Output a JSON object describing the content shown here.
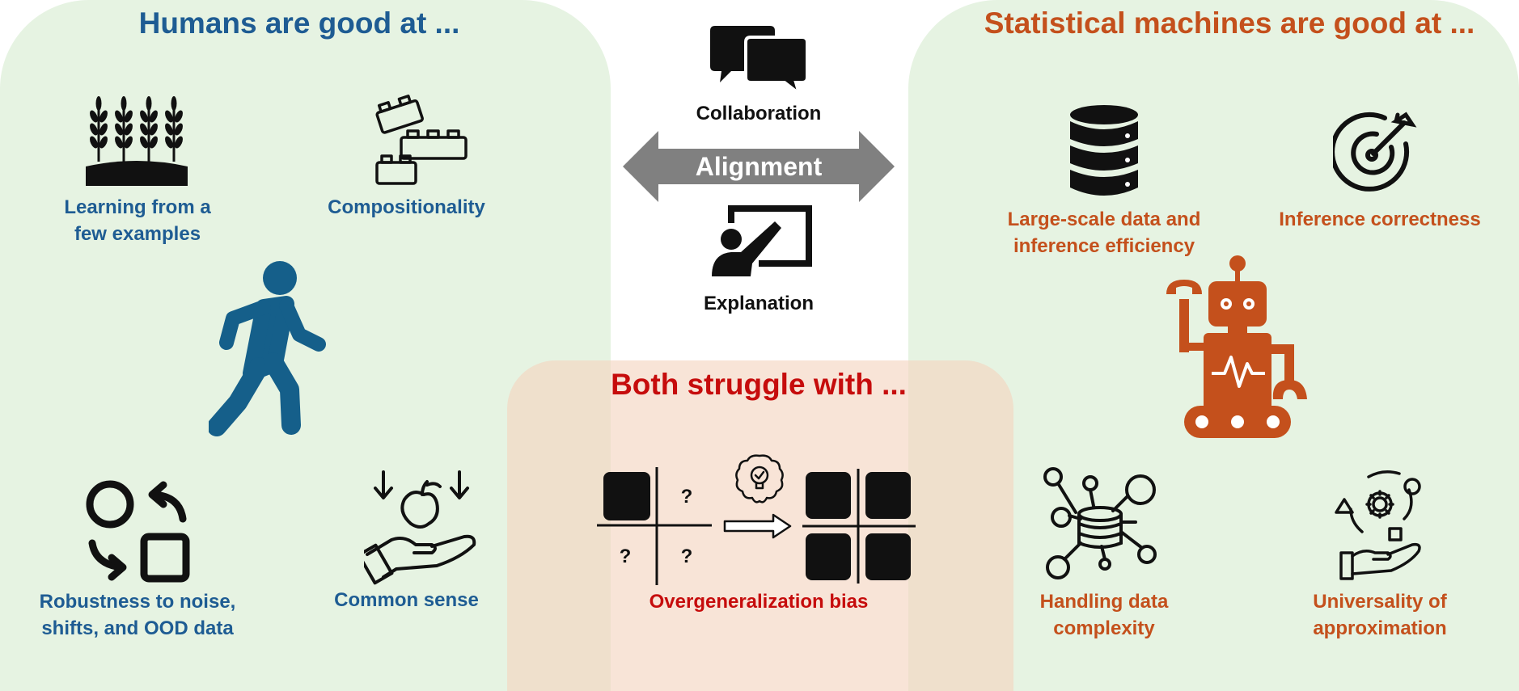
{
  "colors": {
    "panel_green": "#e6f3e2",
    "panel_peach": "#f3d3be",
    "human_blue": "#1e5c93",
    "figure_blue": "#155f8a",
    "machine_orange": "#c4501c",
    "struggle_red": "#c60c0c",
    "arrow_gray": "#808080"
  },
  "humans": {
    "heading": "Humans are good at ...",
    "items": [
      {
        "label_line1": "Learning from a",
        "label_line2": "few examples",
        "icon": "wheat-icon"
      },
      {
        "label": "Compositionality",
        "icon": "building-blocks-icon"
      },
      {
        "label_line1": "Robustness to noise,",
        "label_line2": "shifts, and OOD data",
        "icon": "shapes-cycle-icon"
      },
      {
        "label": "Common sense",
        "icon": "hand-apple-icon"
      }
    ],
    "figure_icon": "walking-person-icon"
  },
  "machines": {
    "heading": "Statistical machines are good at ...",
    "items": [
      {
        "label_line1": "Large-scale data and",
        "label_line2": "inference efficiency",
        "icon": "database-icon"
      },
      {
        "label": "Inference correctness",
        "icon": "target-icon"
      },
      {
        "label_line1": "Handling data",
        "label_line2": "complexity",
        "icon": "data-network-icon"
      },
      {
        "label_line1": "Universality of",
        "label_line2": "approximation",
        "icon": "hand-shapes-gear-icon"
      }
    ],
    "figure_icon": "robot-icon"
  },
  "center": {
    "top_label": "Collaboration",
    "top_icon": "chat-bubbles-icon",
    "arrow_label": "Alignment",
    "bottom_label": "Explanation",
    "bottom_icon": "teacher-board-icon"
  },
  "both": {
    "heading": "Both struggle with ...",
    "label": "Overgeneralization bias",
    "question_mark": "?",
    "icons": [
      "grid-partial-icon",
      "lightbulb-brain-icon",
      "right-arrow-icon",
      "grid-full-icon"
    ]
  }
}
